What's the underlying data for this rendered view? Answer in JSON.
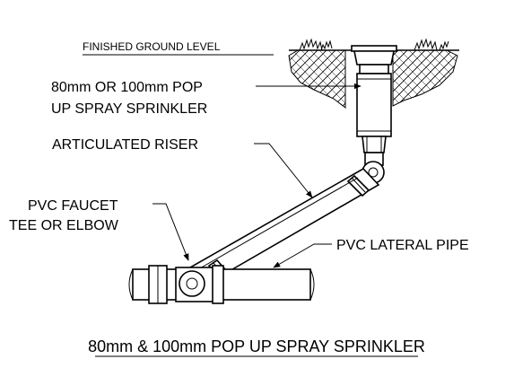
{
  "labels": {
    "finished_ground_level": "FINISHED GROUND LEVEL",
    "sprinkler_line1": "80mm OR 100mm POP",
    "sprinkler_line2": "UP SPRAY SPRINKLER",
    "articulated_riser": "ARTICULATED RISER",
    "faucet_line1": "PVC FAUCET",
    "faucet_line2": "TEE OR ELBOW",
    "lateral_pipe": "PVC LATERAL PIPE"
  },
  "title": "80mm & 100mm POP UP SPRAY SPRINKLER"
}
